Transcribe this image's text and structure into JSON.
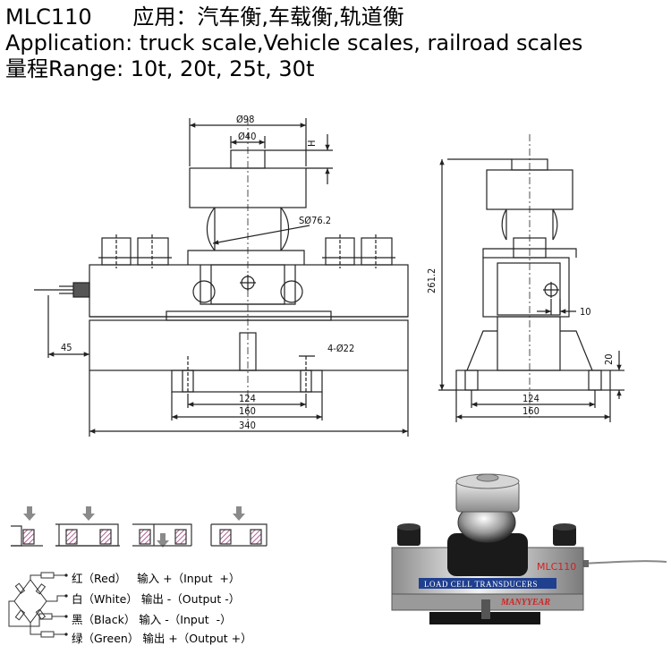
{
  "header": {
    "line1": "MLC110      应用：汽车衡,车载衡,轨道衡",
    "line2": "Application: truck scale,Vehicle scales, railroad scales",
    "line3": "量程Range: 10t, 20t, 25t, 30t"
  },
  "drawing": {
    "front": {
      "d98": "Ø98",
      "d40": "Ø40",
      "h": "H",
      "sphere": "SØ76.2",
      "d45": "45",
      "holes": "4-Ø22",
      "d124": "124",
      "d160": "160",
      "d340": "340"
    },
    "side": {
      "d261": "261.2",
      "d10": "10",
      "d20": "20",
      "d124": "124",
      "d160": "160"
    }
  },
  "wiring": {
    "rows": [
      {
        "text": "红（Red）   输入 +（Input  +）"
      },
      {
        "text": "白（White） 输出 -（Output -）"
      },
      {
        "text": "黑（Black） 输入 -（Input  -）"
      },
      {
        "text": "绿（Green） 输出 +（Output +）"
      }
    ]
  },
  "photo": {
    "model": "MLC110",
    "banner": "LOAD CELL TRANSDUCERS",
    "brand": "MANYYEAR"
  },
  "colors": {
    "line": "#222222",
    "hatch": "#9b3a7a",
    "arrow": "#888888",
    "banner": "#1f3f8f",
    "brand": "#d42020",
    "model": "#d42020"
  }
}
